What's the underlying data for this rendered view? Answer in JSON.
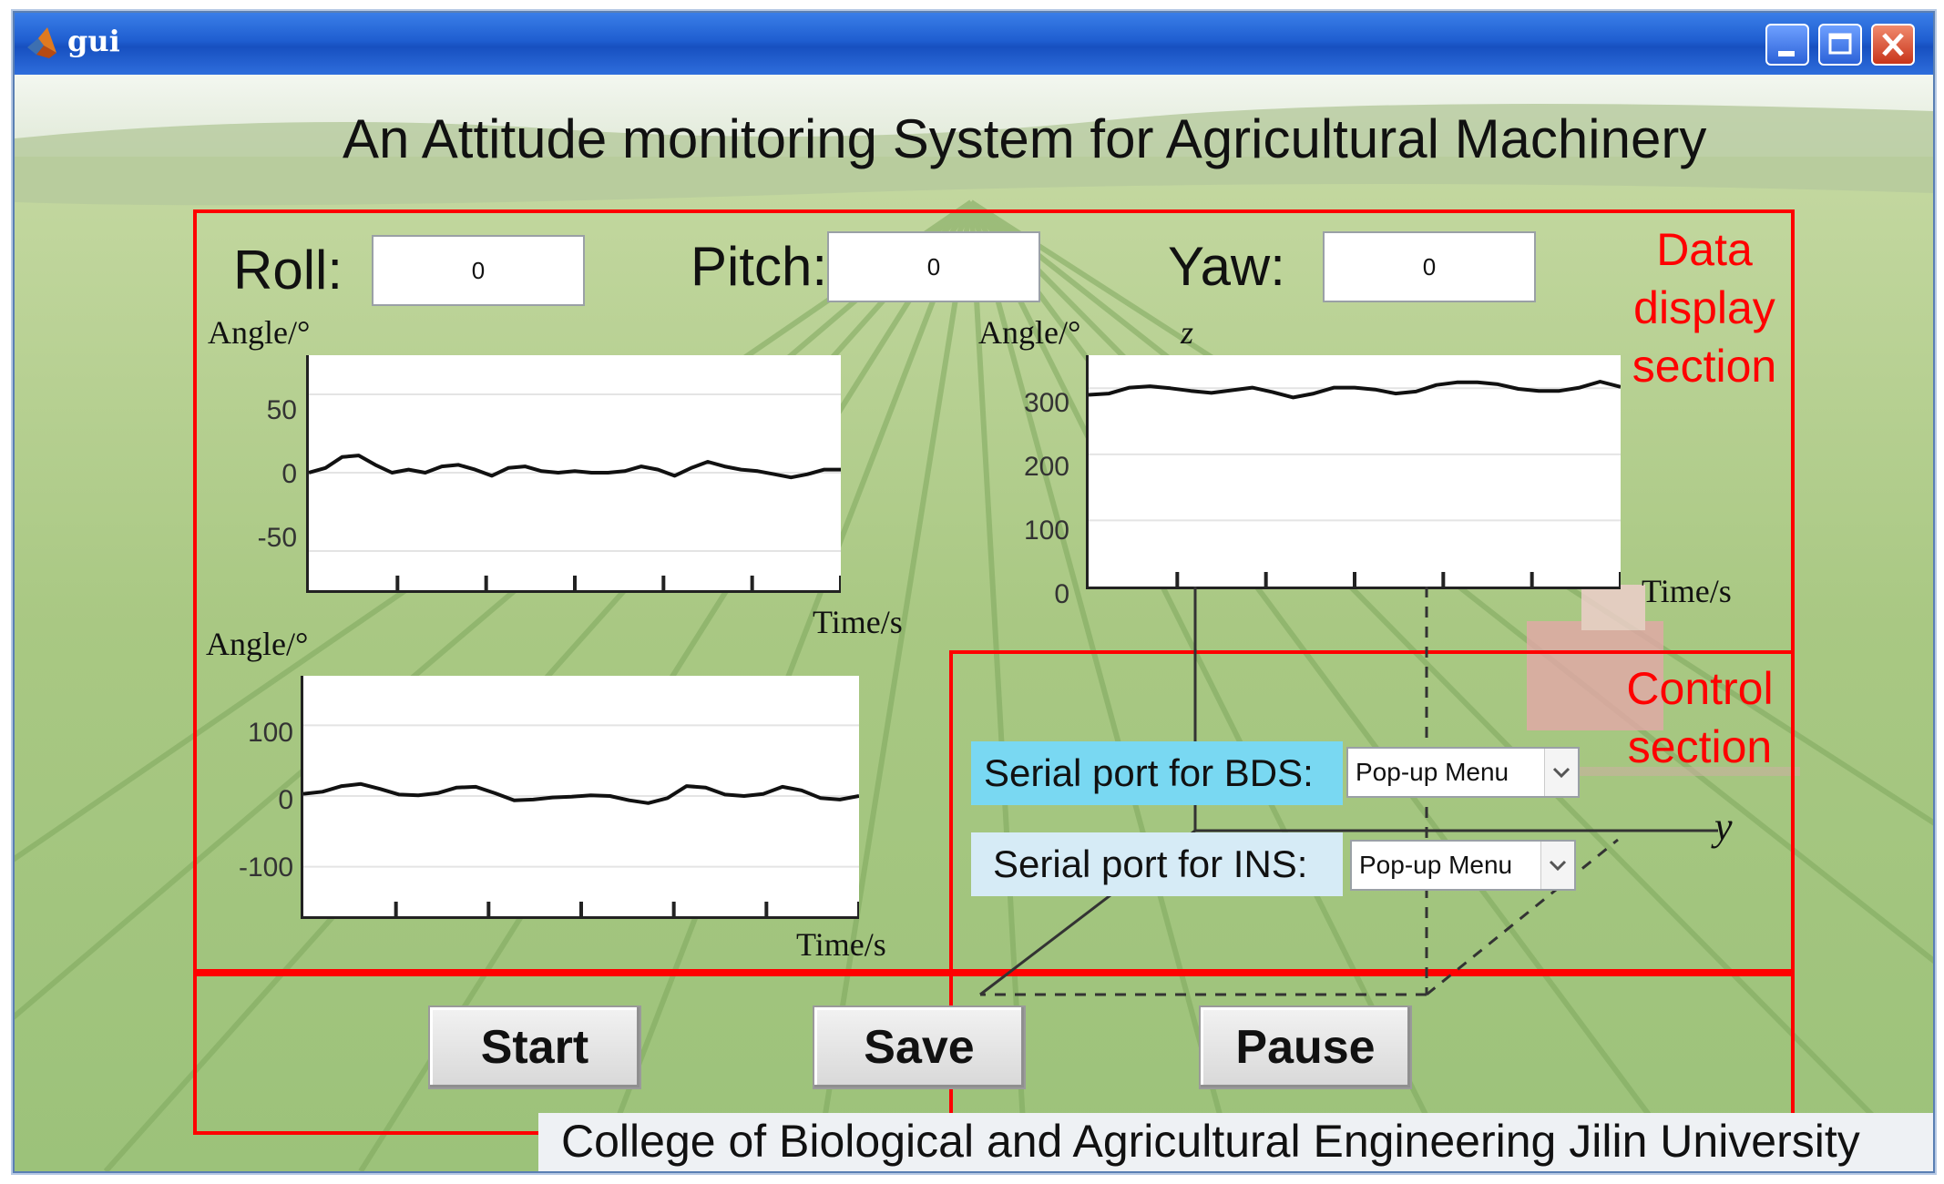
{
  "window": {
    "title": "gui",
    "icon": "matlab-logo-icon",
    "controls": [
      "minimize-icon",
      "maximize-icon",
      "close-icon"
    ]
  },
  "app_title": "An Attitude monitoring System for Agricultural Machinery",
  "regions": {
    "data_display": "Data display section",
    "data_display_lines": [
      "Data",
      "display",
      "section"
    ],
    "control": "Control section",
    "control_lines": [
      "Control",
      "section"
    ]
  },
  "readouts": {
    "roll": {
      "label": "Roll:",
      "value": "0"
    },
    "pitch": {
      "label": "Pitch:",
      "value": "0"
    },
    "yaw": {
      "label": "Yaw:",
      "value": "0"
    }
  },
  "plots": {
    "roll": {
      "ylabel": "Angle/°",
      "xlabel": "Time/s",
      "yticks": [
        "50",
        "0",
        "-50"
      ],
      "ylim": [
        -75,
        75
      ],
      "values": [
        0,
        3,
        10,
        11,
        5,
        0,
        2,
        0,
        4,
        5,
        2,
        -2,
        3,
        4,
        1,
        0,
        1,
        0,
        0,
        1,
        4,
        2,
        -2,
        3,
        7,
        4,
        2,
        1,
        -1,
        -3,
        -1,
        2,
        2
      ]
    },
    "yaw": {
      "ylabel": "Angle/°",
      "zlabel": "z",
      "xlabel": "Time/s",
      "yticks": [
        "300",
        "200",
        "100",
        "0"
      ],
      "ylim": [
        0,
        350
      ],
      "values": [
        290,
        292,
        301,
        303,
        300,
        296,
        293,
        297,
        301,
        294,
        286,
        292,
        301,
        301,
        298,
        292,
        295,
        305,
        309,
        309,
        306,
        299,
        296,
        296,
        301,
        310,
        302
      ]
    },
    "pitch": {
      "ylabel": "Angle/°",
      "xlabel": "Time/s",
      "yticks": [
        "100",
        "0",
        "-100"
      ],
      "ylim": [
        -170,
        170
      ],
      "values": [
        3,
        6,
        14,
        17,
        10,
        2,
        1,
        4,
        12,
        13,
        4,
        -6,
        -5,
        -2,
        -1,
        1,
        0,
        -6,
        -10,
        -3,
        14,
        12,
        2,
        0,
        3,
        13,
        8,
        -3,
        -5,
        0
      ]
    }
  },
  "axes_overlay": {
    "y_label": "y"
  },
  "serial": {
    "bds": {
      "label": "Serial port for BDS:",
      "selected": "Pop-up Menu"
    },
    "ins": {
      "label": "Serial port for INS:",
      "selected": "Pop-up Menu"
    }
  },
  "buttons": {
    "start": "Start",
    "save": "Save",
    "pause": "Pause"
  },
  "footer": "College of Biological and Agricultural Engineering Jilin University",
  "colors": {
    "highlight": "#ff0000",
    "titlebar": "#1f5ed0",
    "bds_label_bg": "#79d8f2",
    "ins_label_bg": "#d6ebf6"
  }
}
